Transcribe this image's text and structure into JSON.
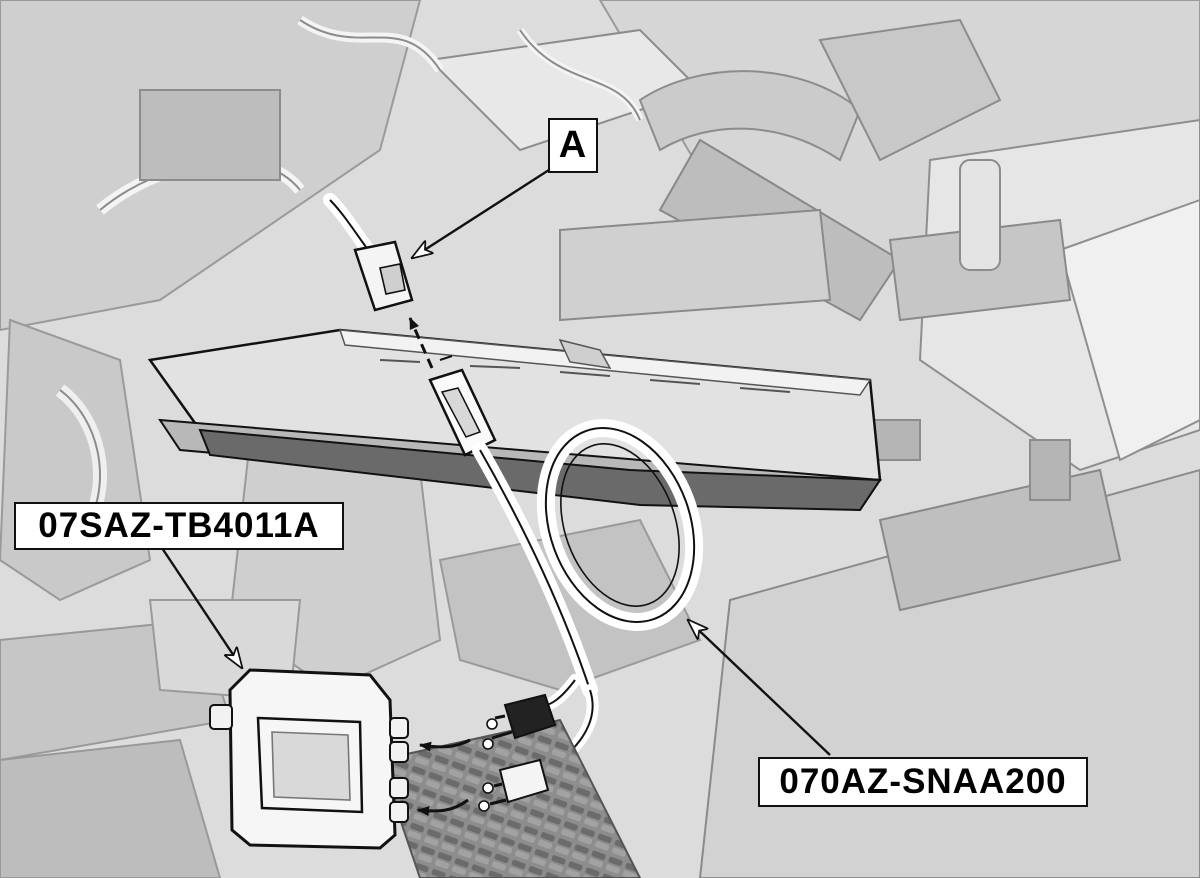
{
  "callouts": {
    "connector": "A",
    "unit_part_number": "07SAZ-TB4011A",
    "harness_part_number": "070AZ-SNAA200"
  },
  "colors": {
    "background": "#ffffff",
    "line_art": "#111111",
    "light_fill": "#e4e4e4",
    "mid_fill": "#bdbdbd",
    "dark_fill": "#6a6a6a"
  }
}
